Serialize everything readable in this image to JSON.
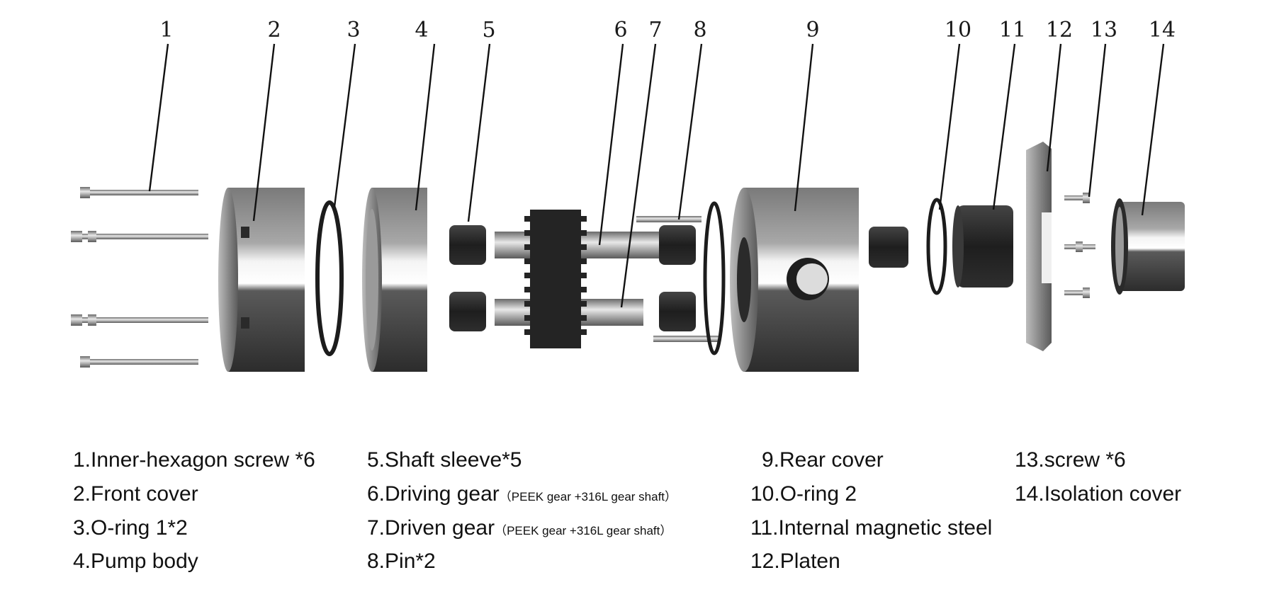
{
  "callouts": [
    "1",
    "2",
    "3",
    "4",
    "5",
    "6",
    "7",
    "8",
    "9",
    "10",
    "11",
    "12",
    "13",
    "14"
  ],
  "legend": [
    {
      "text": "1.Inner-hexagon screw *6"
    },
    {
      "text": "2.Front cover"
    },
    {
      "text": "3.O-ring 1*2"
    },
    {
      "text": "4.Pump body"
    },
    {
      "text": "5.Shaft sleeve*5"
    },
    {
      "text": "6.Driving gear",
      "note": "（PEEK gear +316L gear shaft）"
    },
    {
      "text": "7.Driven gear",
      "note": "（PEEK gear +316L gear shaft）"
    },
    {
      "text": "8.Pin*2"
    },
    {
      "text": "9.Rear cover"
    },
    {
      "text": "10.O-ring 2"
    },
    {
      "text": "11.Internal magnetic steel"
    },
    {
      "text": "12.Platen"
    },
    {
      "text": "13.screw *6"
    },
    {
      "text": "14.Isolation cover"
    }
  ],
  "colors": {
    "metal_light": "#f2f2f2",
    "metal_dark": "#3c3c3c",
    "gear_black": "#222222",
    "ring_black": "#1c1c1c"
  }
}
